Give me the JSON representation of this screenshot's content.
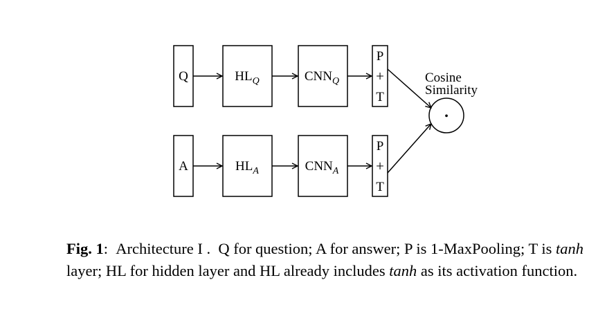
{
  "diagram": {
    "top_row": {
      "input": "Q",
      "hidden_layer": {
        "base": "HL",
        "sub": "Q"
      },
      "cnn": {
        "base": "CNN",
        "sub": "Q"
      },
      "pool": {
        "top": "P",
        "mid": "+",
        "bottom": "T"
      }
    },
    "bottom_row": {
      "input": "A",
      "hidden_layer": {
        "base": "HL",
        "sub": "A"
      },
      "cnn": {
        "base": "CNN",
        "sub": "A"
      },
      "pool": {
        "top": "P",
        "mid": "+",
        "bottom": "T"
      }
    },
    "similarity": {
      "line1": "Cosine",
      "line2": "Similarity",
      "symbol": "•"
    }
  },
  "caption": {
    "label": "Fig. 1",
    "colon": ":",
    "title": "Architecture I .",
    "part1": "Q for question; A for answer; P is 1-MaxPooling; T is ",
    "tanh1": "tanh",
    "part2": " layer; HL for hidden layer and HL already includes ",
    "tanh2": "tanh",
    "part3": " as its activation function."
  }
}
